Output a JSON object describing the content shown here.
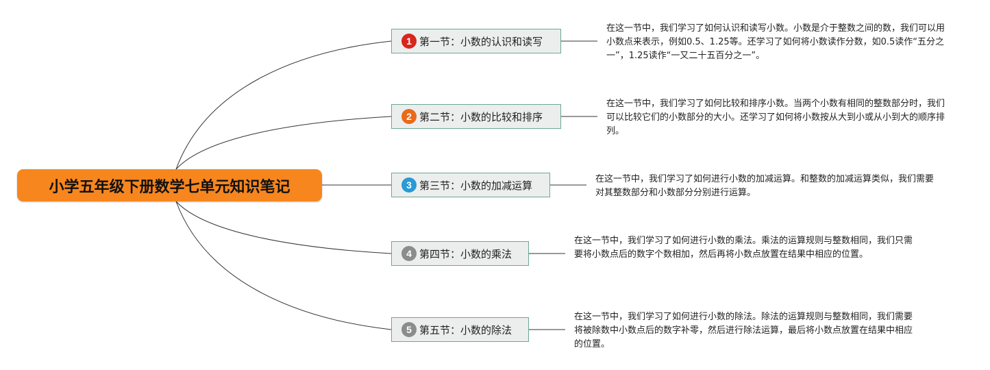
{
  "root": {
    "title": "小学五年级下册数学七单元知识笔记",
    "color": "#f7861e"
  },
  "sections": [
    {
      "badge": "1",
      "badge_color": "#d9261c",
      "title": "第一节：小数的认识和读写",
      "note": "在这一节中，我们学习了如何认识和读写小数。小数是介于整数之间的数，我们可以用小数点来表示，例如0.5、1.25等。还学习了如何将小数读作分数，如0.5读作“五分之一”，1.25读作“一又二十五百分之一”。"
    },
    {
      "badge": "2",
      "badge_color": "#ea6a1a",
      "title": "第二节：小数的比较和排序",
      "note": "在这一节中，我们学习了如何比较和排序小数。当两个小数有相同的整数部分时，我们可以比较它们的小数部分的大小。还学习了如何将小数按从大到小或从小到大的顺序排列。"
    },
    {
      "badge": "3",
      "badge_color": "#2a9ad6",
      "title": "第三节：小数的加减运算",
      "note": "在这一节中，我们学习了如何进行小数的加减运算。和整数的加减运算类似，我们需要对其整数部分和小数部分分别进行运算。"
    },
    {
      "badge": "4",
      "badge_color": "#8c8c8c",
      "title": "第四节：小数的乘法",
      "note": "在这一节中，我们学习了如何进行小数的乘法。乘法的运算规则与整数相同，我们只需要将小数点后的数字个数相加，然后再将小数点放置在结果中相应的位置。"
    },
    {
      "badge": "5",
      "badge_color": "#8c8c8c",
      "title": "第五节：小数的除法",
      "note": "在这一节中，我们学习了如何进行小数的除法。除法的运算规则与整数相同，我们需要将被除数中小数点后的数字补零，然后进行除法运算，最后将小数点放置在结果中相应的位置。"
    }
  ]
}
